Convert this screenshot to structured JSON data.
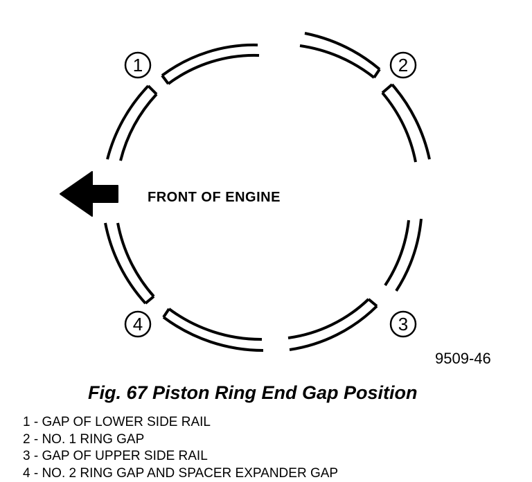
{
  "figure": {
    "front_label": "FRONT OF ENGINE",
    "figure_id": "9509-46",
    "title": "Fig. 67 Piston Ring End Gap Position",
    "callouts": [
      "1",
      "2",
      "3",
      "4"
    ]
  },
  "legend": [
    "1 - GAP OF LOWER SIDE RAIL",
    "2 - NO. 1 RING GAP",
    "3 - GAP OF UPPER SIDE RAIL",
    "4 - NO. 2 RING GAP AND SPACER EXPANDER GAP"
  ]
}
